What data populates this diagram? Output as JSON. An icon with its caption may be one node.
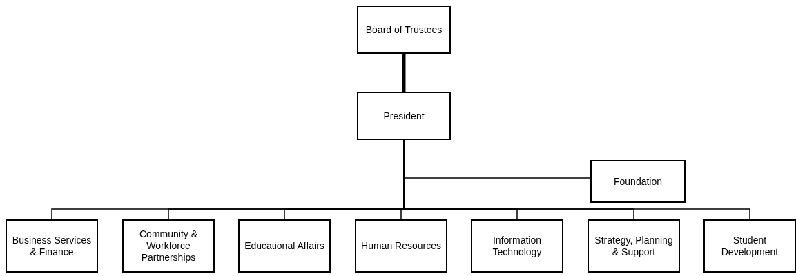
{
  "diagram": {
    "nodes": [
      {
        "text": [
          "Board of Trustees"
        ]
      },
      {
        "text": [
          "President"
        ]
      },
      {
        "text": [
          "Foundation"
        ]
      },
      {
        "text": [
          "Business Services & Finance"
        ]
      },
      {
        "text": [
          "Community & Workforce Partnerships"
        ]
      },
      {
        "text": [
          "Educational Affairs"
        ]
      },
      {
        "text": [
          "Human Resources"
        ]
      },
      {
        "text": [
          "Information Technology"
        ]
      },
      {
        "text": [
          "Strategy, Planning & Support"
        ]
      },
      {
        "text": [
          "Student Development"
        ]
      }
    ],
    "edges": [
      {
        "from": 0,
        "to": 1,
        "arrow": "none",
        "style": "thick"
      },
      {
        "from": 1,
        "to": 2,
        "arrow": "none"
      },
      {
        "from": 1,
        "to": 3,
        "arrow": "none"
      },
      {
        "from": 1,
        "to": 4,
        "arrow": "none"
      },
      {
        "from": 1,
        "to": 5,
        "arrow": "none"
      },
      {
        "from": 1,
        "to": 6,
        "arrow": "none"
      },
      {
        "from": 1,
        "to": 7,
        "arrow": "none"
      },
      {
        "from": 1,
        "to": 8,
        "arrow": "none"
      },
      {
        "from": 1,
        "to": 9,
        "arrow": "none"
      }
    ]
  }
}
